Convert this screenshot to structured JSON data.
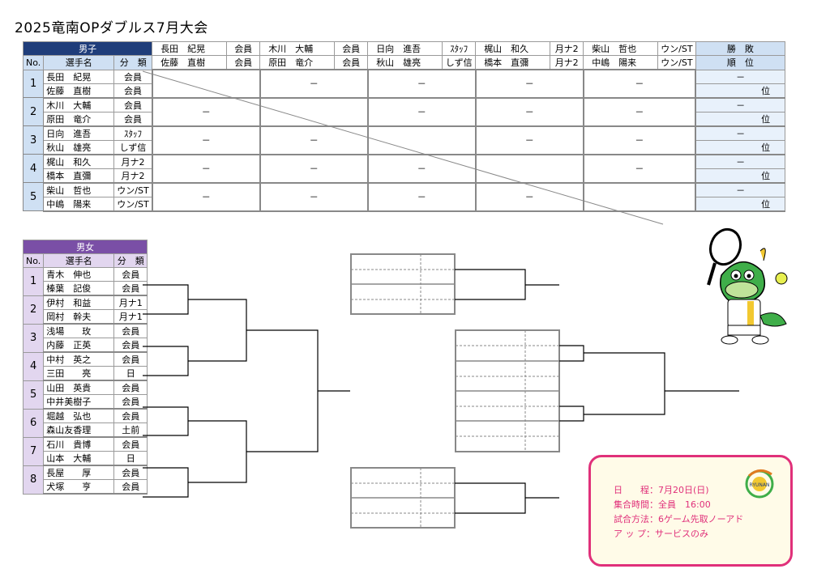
{
  "title": "2025竜南OPダブルス7月大会",
  "round_robin": {
    "header_group": "男子",
    "col_no": "No.",
    "col_name": "選手名",
    "col_class": "分　類",
    "col_winloss": "勝　敗",
    "col_rank": "順　位",
    "rank_suffix": "位",
    "dash": "－",
    "pairs": [
      {
        "no": "1",
        "p1": "長田　紀晃",
        "c1": "会員",
        "p2": "佐藤　直樹",
        "c2": "会員"
      },
      {
        "no": "2",
        "p1": "木川　大輔",
        "c1": "会員",
        "p2": "原田　竜介",
        "c2": "会員"
      },
      {
        "no": "3",
        "p1": "日向　進吾",
        "c1": "ｽﾀｯﾌ",
        "p2": "秋山　雄亮",
        "c2": "しず信"
      },
      {
        "no": "4",
        "p1": "梶山　和久",
        "c1": "月ナ2",
        "p2": "橋本　直彌",
        "c2": "月ナ2"
      },
      {
        "no": "5",
        "p1": "柴山　哲也",
        "c1": "ウン/ST",
        "p2": "中嶋　陽来",
        "c2": "ウン/ST"
      }
    ]
  },
  "mixed": {
    "header_group": "男女",
    "col_no": "No.",
    "col_name": "選手名",
    "col_class": "分　類",
    "pairs": [
      {
        "no": "1",
        "p1": "青木　伸也",
        "c1": "会員",
        "p2": "榛葉　記俊",
        "c2": "会員"
      },
      {
        "no": "2",
        "p1": "伊村　和益",
        "c1": "月ナ1",
        "p2": "岡村　幹夫",
        "c2": "月ナ1"
      },
      {
        "no": "3",
        "p1": "浅場　　玫",
        "c1": "会員",
        "p2": "内藤　正英",
        "c2": "会員"
      },
      {
        "no": "4",
        "p1": "中村　英之",
        "c1": "会員",
        "p2": "三田　　亮",
        "c2": "日"
      },
      {
        "no": "5",
        "p1": "山田　英貴",
        "c1": "会員",
        "p2": "中井美樹子",
        "c2": "会員"
      },
      {
        "no": "6",
        "p1": "堀越　弘也",
        "c1": "会員",
        "p2": "森山友香理",
        "c2": "土前"
      },
      {
        "no": "7",
        "p1": "石川　貴博",
        "c1": "会員",
        "p2": "山本　大輔",
        "c2": "日"
      },
      {
        "no": "8",
        "p1": "長屋　　厚",
        "c1": "会員",
        "p2": "犬塚　　亨",
        "c2": "会員"
      }
    ]
  },
  "info": {
    "date": "日　　程：7月20日(日)",
    "meet": "集合時間：全員　16:00",
    "method": "試合方法：6ゲーム先取ノーアド",
    "warmup": "ア ッ プ：サービスのみ"
  },
  "logo_text": "RYUNAN",
  "colors": {
    "navy": "#1f3d7a",
    "light_blue": "#cfe0f3",
    "purple": "#7a4fa6",
    "light_purple": "#e2d6ef",
    "pink": "#e0307a",
    "mascot_green": "#3fae49"
  }
}
